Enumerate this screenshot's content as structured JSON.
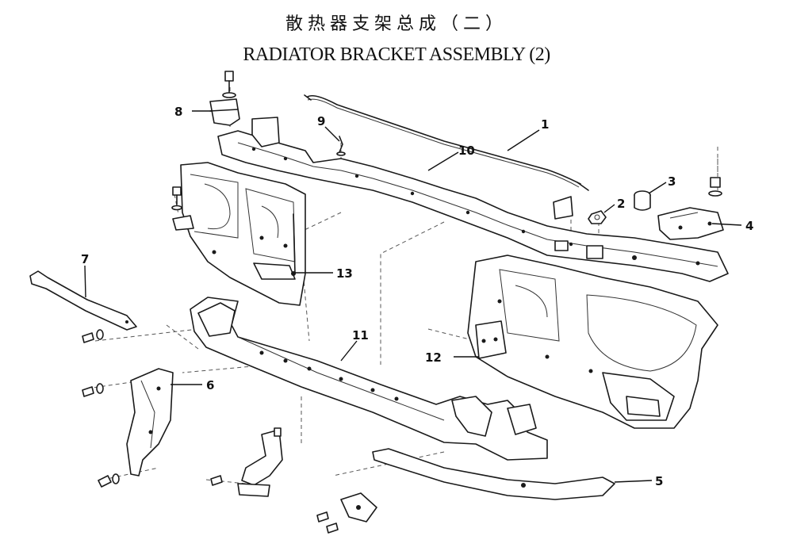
{
  "title": {
    "chinese": "散热器支架总成（二）",
    "english": "RADIATOR BRACKET ASSEMBLY (2)"
  },
  "callouts": [
    {
      "id": "1",
      "label": "1"
    },
    {
      "id": "2",
      "label": "2"
    },
    {
      "id": "3",
      "label": "3"
    },
    {
      "id": "4",
      "label": "4"
    },
    {
      "id": "5",
      "label": "5"
    },
    {
      "id": "6",
      "label": "6"
    },
    {
      "id": "7",
      "label": "7"
    },
    {
      "id": "8",
      "label": "8"
    },
    {
      "id": "9",
      "label": "9"
    },
    {
      "id": "10",
      "label": "10"
    },
    {
      "id": "11",
      "label": "11"
    },
    {
      "id": "12",
      "label": "12"
    },
    {
      "id": "13",
      "label": "13"
    }
  ]
}
